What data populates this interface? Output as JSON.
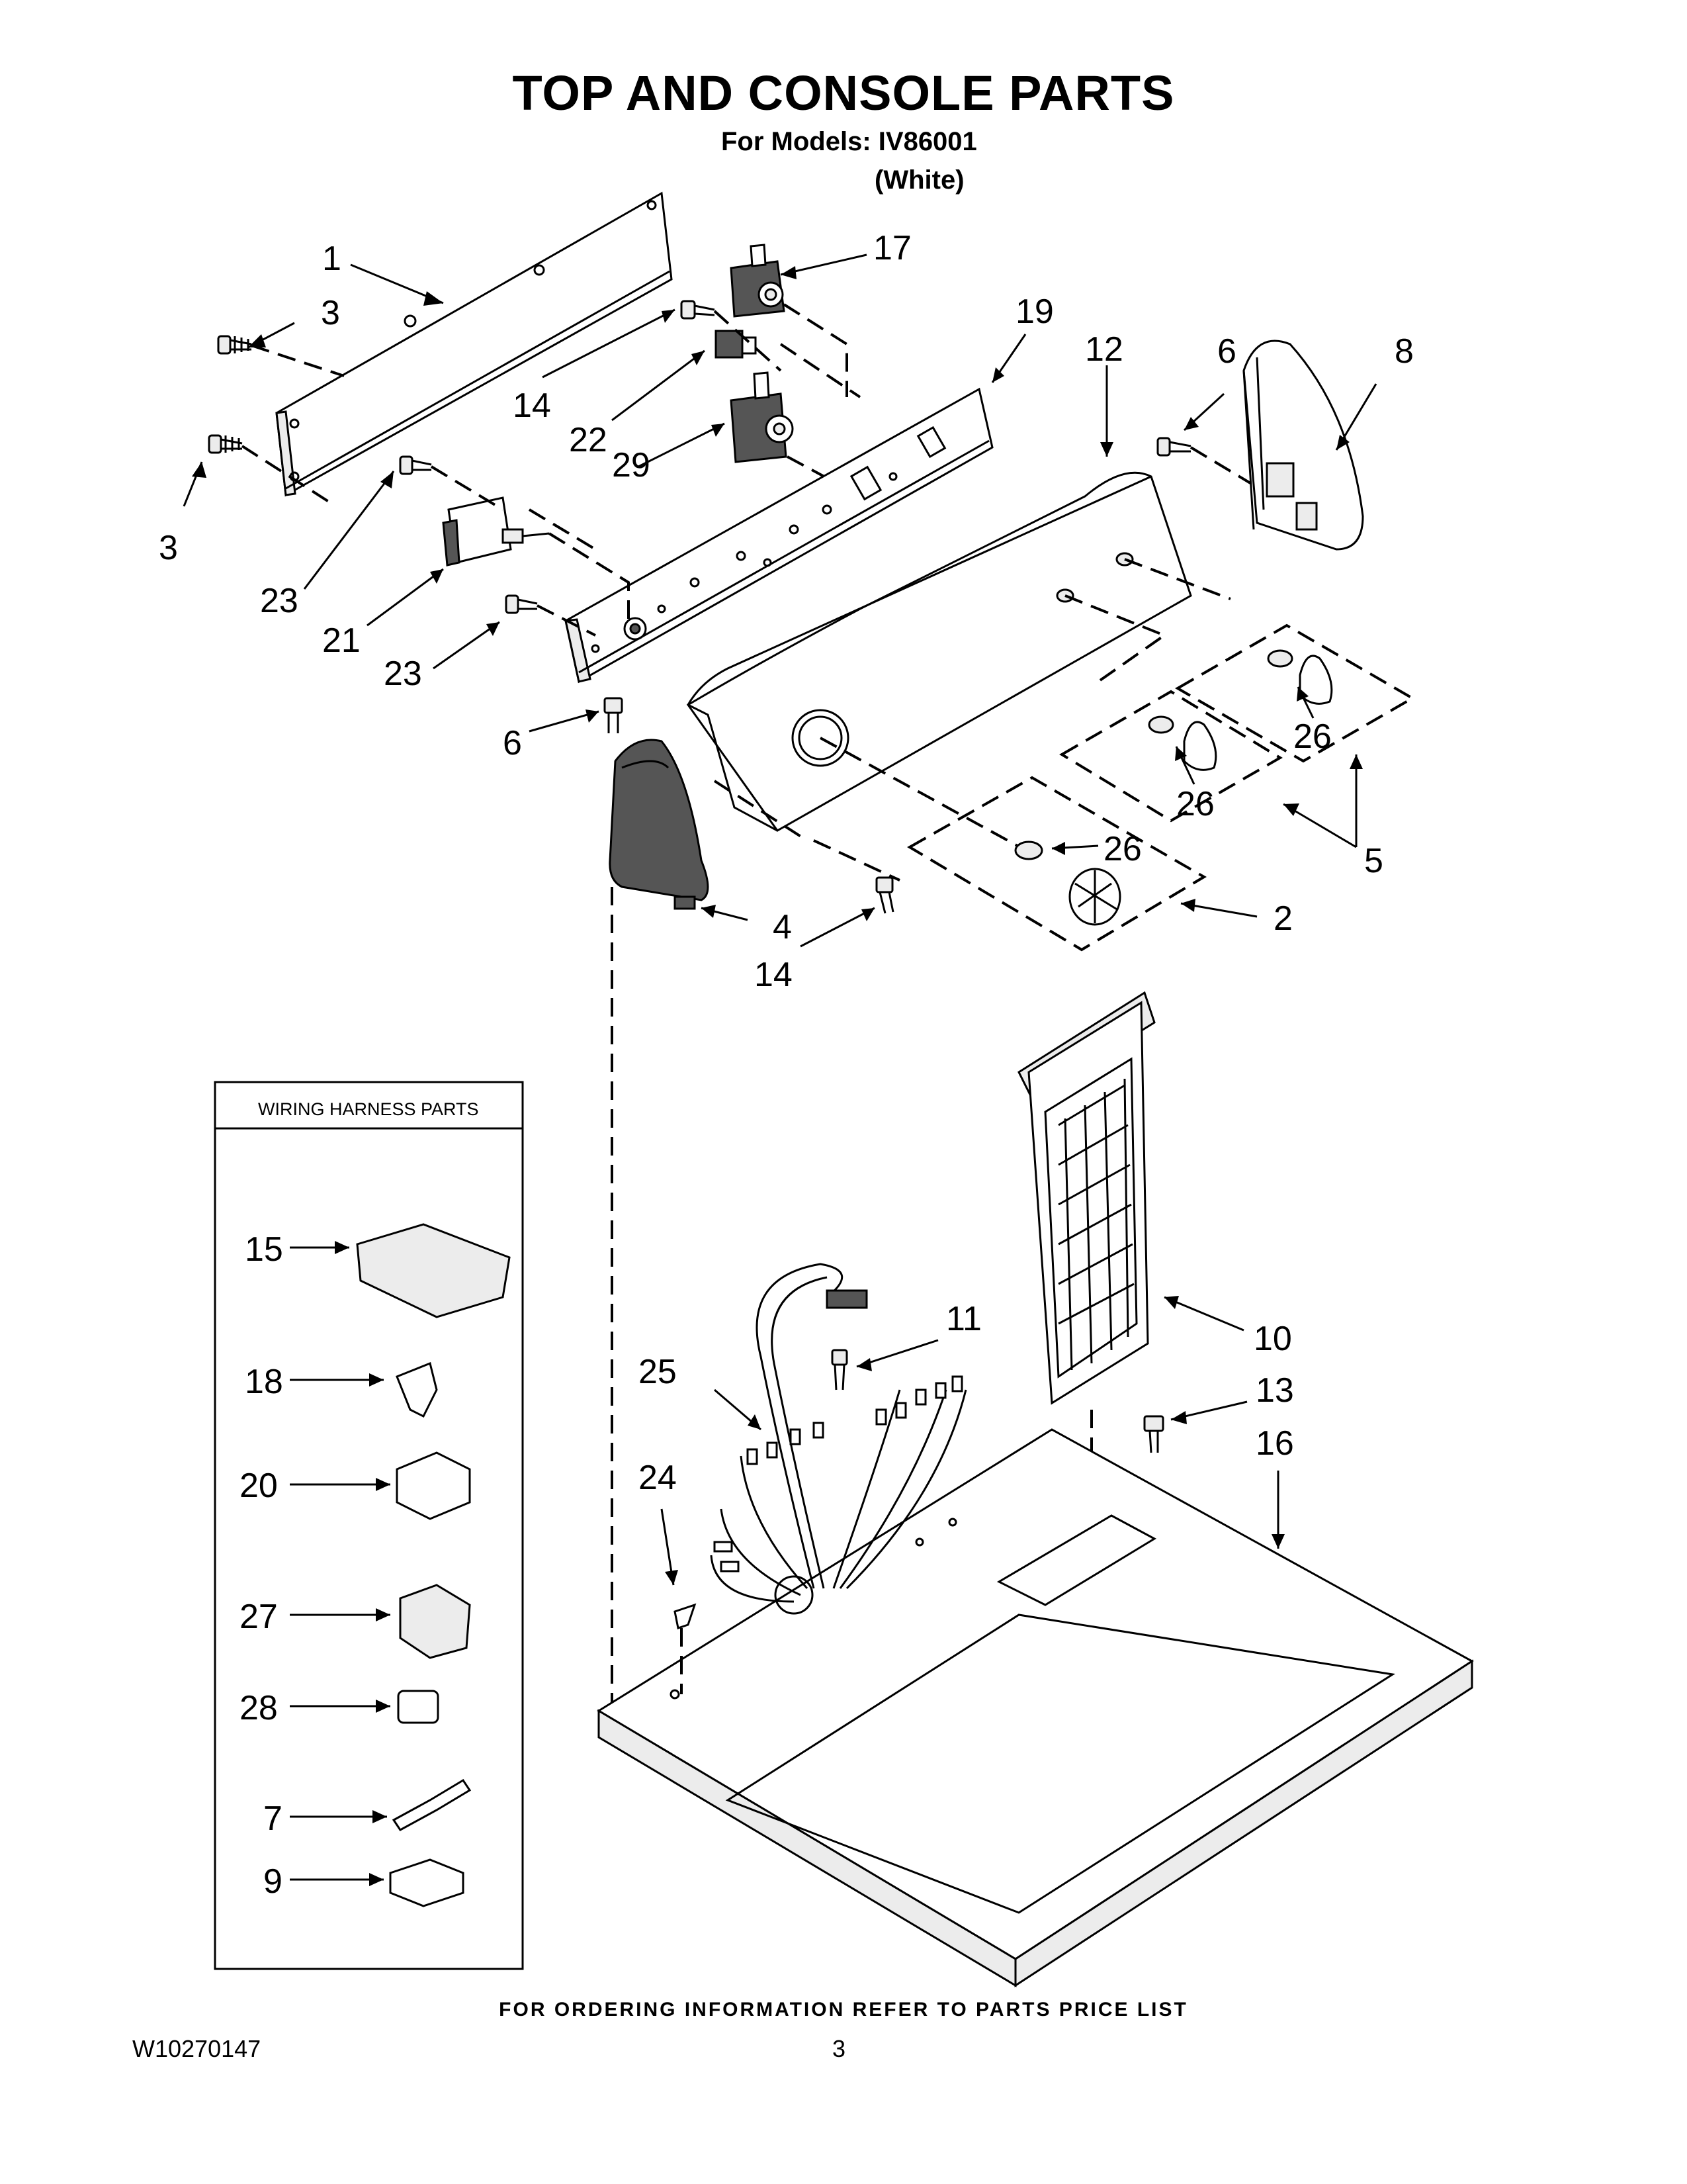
{
  "header": {
    "title": "TOP AND CONSOLE PARTS",
    "models_label": "For Models: IV86001",
    "color_label": "(White)"
  },
  "callouts": [
    "1",
    "3",
    "3",
    "17",
    "14",
    "22",
    "29",
    "19",
    "12",
    "6",
    "8",
    "23",
    "21",
    "23",
    "6",
    "26",
    "26",
    "26",
    "5",
    "2",
    "4",
    "14",
    "10",
    "11",
    "25",
    "13",
    "16",
    "24"
  ],
  "harness": {
    "title": "WIRING HARNESS PARTS",
    "items": [
      "15",
      "18",
      "20",
      "27",
      "28",
      "7",
      "9"
    ]
  },
  "footer": {
    "ordering_note": "FOR ORDERING INFORMATION REFER TO PARTS PRICE LIST",
    "doc_number": "W10270147",
    "page_number": "3"
  }
}
